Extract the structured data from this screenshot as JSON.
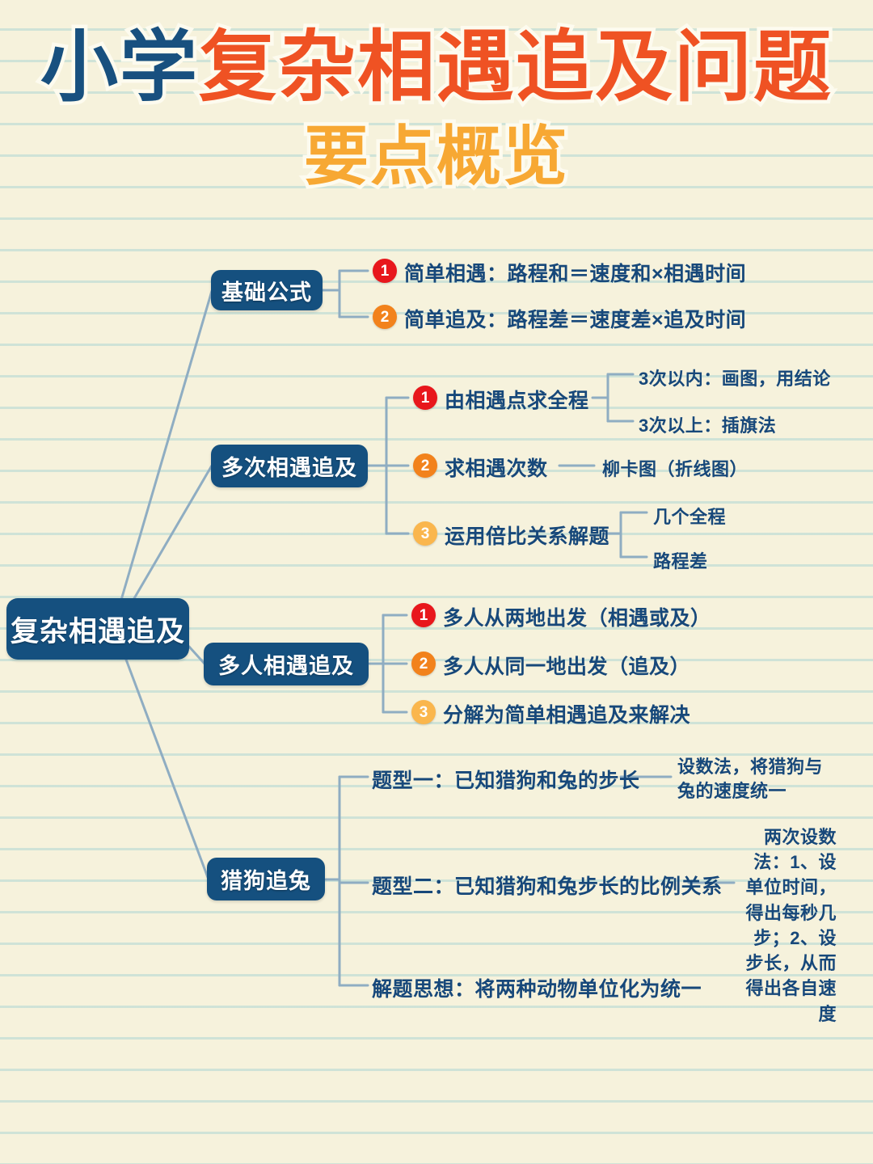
{
  "title": {
    "line1_part1": "小学",
    "line1_part2": "复杂相遇追及问题",
    "line2": "要点概览"
  },
  "colors": {
    "background": "#f6f2dc",
    "rule_line": "#c8e0d6",
    "node_blue": "#15507f",
    "text_blue": "#17487a",
    "title_blue": "#18507f",
    "title_orange": "#ef5223",
    "title_amber": "#f7a833",
    "badge_red": "#e8171c",
    "badge_orange": "#f2821c",
    "badge_amber": "#fab64d",
    "connector": "#8fadc2"
  },
  "root": {
    "label": "复杂相遇追及"
  },
  "branches": [
    {
      "id": "b1",
      "label": "基础公式",
      "items": [
        {
          "badge": "1",
          "badge_color": "red",
          "text": "简单相遇：路程和＝速度和×相遇时间"
        },
        {
          "badge": "2",
          "badge_color": "orange",
          "text": "简单追及：路程差＝速度差×追及时间"
        }
      ]
    },
    {
      "id": "b2",
      "label": "多次相遇追及",
      "items": [
        {
          "badge": "1",
          "badge_color": "red",
          "text": "由相遇点求全程",
          "children": [
            {
              "text": "3次以内：画图，用结论"
            },
            {
              "text": "3次以上：插旗法"
            }
          ]
        },
        {
          "badge": "2",
          "badge_color": "orange",
          "text": "求相遇次数",
          "children": [
            {
              "text": "柳卡图（折线图）"
            }
          ]
        },
        {
          "badge": "3",
          "badge_color": "amber",
          "text": "运用倍比关系解题",
          "children": [
            {
              "text": "几个全程"
            },
            {
              "text": "路程差"
            }
          ]
        }
      ]
    },
    {
      "id": "b3",
      "label": "多人相遇追及",
      "items": [
        {
          "badge": "1",
          "badge_color": "red",
          "text": "多人从两地出发（相遇或及）"
        },
        {
          "badge": "2",
          "badge_color": "orange",
          "text": "多人从同一地出发（追及）"
        },
        {
          "badge": "3",
          "badge_color": "amber",
          "text": "分解为简单相遇追及来解决"
        }
      ]
    },
    {
      "id": "b4",
      "label": "猎狗追兔",
      "items": [
        {
          "text": "题型一：已知猎狗和兔的步长",
          "children": [
            {
              "text": "设数法，将猎狗与兔的速度统一"
            }
          ]
        },
        {
          "text": "题型二：已知猎狗和兔步长的比例关系",
          "children": [
            {
              "text": "两次设数法：1、设单位时间，得出每秒几步；2、设步长，从而得出各自速度"
            }
          ]
        },
        {
          "text": "解题思想：将两种动物单位化为统一"
        }
      ]
    }
  ]
}
